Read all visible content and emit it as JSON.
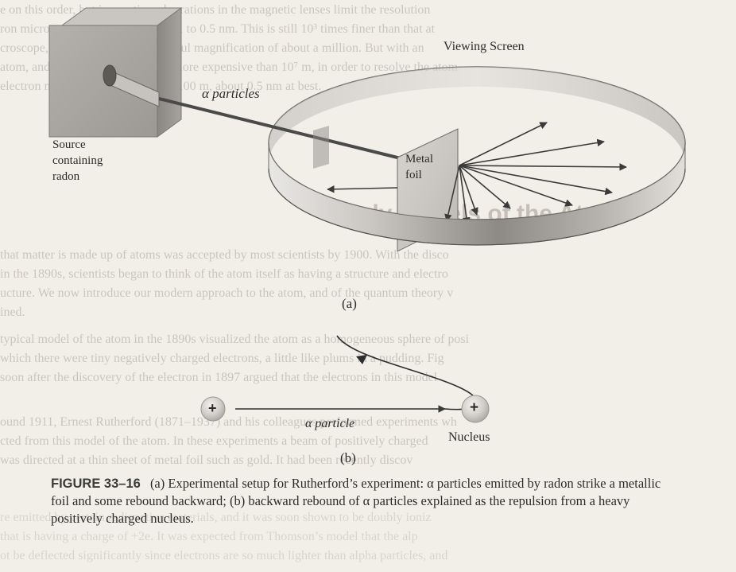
{
  "figure": {
    "viewing_screen_label": "Viewing Screen",
    "alpha_particles_label": "α particles",
    "source_label": "Source\ncontaining\nradon",
    "foil_label": "Metal\nfoil",
    "panel_a": "(a)",
    "panel_b": "(b)",
    "alpha_particle_label": "α particle",
    "nucleus_label": "Nucleus",
    "plus_symbol": "+"
  },
  "caption": {
    "figure_number": "FIGURE 33–16",
    "text": "(a) Experimental setup for Rutherford’s experiment: α particles emitted by radon strike a metallic foil and some rebound backward; (b) backward rebound of α particles explained as the repulsion from a heavy positively charged nucleus."
  },
  "background_text": {
    "lines": [
      "e on this order, but in practice, aberrations in the magnetic lenses limit the resolution",
      "ron microscopes to at best about 0.1 to 0.5 nm. This is still 10³ times finer than that at",
      "croscope, and corresponds to a useful magnification of about a million. But with an",
      "atom, and more complicated, and more expensive than 10⁷ m, in order to resolve the atom",
      "electron microscopes is more than 100 m, about 0.5 nm at best."
    ],
    "heading": "Early Models of the Atom",
    "lines2": [
      "that matter is made up of atoms was accepted by most scientists by 1900. With the disco",
      "in the 1890s, scientists began to think of the atom itself as having a structure and electro",
      "ucture. We now introduce our modern approach to the atom, and of the quantum theory v",
      "ined.",
      "typical model of the atom in the 1890s visualized the atom as a homogeneous sphere of posi",
      "which there were tiny negatively charged electrons, a little like plums in a pudding. Fig",
      "soon after the discovery of the electron in 1897 argued that the electrons in this model"
    ],
    "lines3": [
      "ound 1911, Ernest Rutherford (1871–1937) and his colleagues performed experiments wh",
      "cted from this model of the atom. In these experiments a beam of positively charged",
      "was directed at a thin sheet of metal foil such as gold. It had been recently discov",
      "re emitted by certain radioactive materials, and it was soon shown to be doubly ioniz",
      "that is having a charge of +2e. It was expected from Thomson’s model that the alp",
      "ot be deflected significantly since electrons are so much lighter than alpha particles, and"
    ]
  }
}
